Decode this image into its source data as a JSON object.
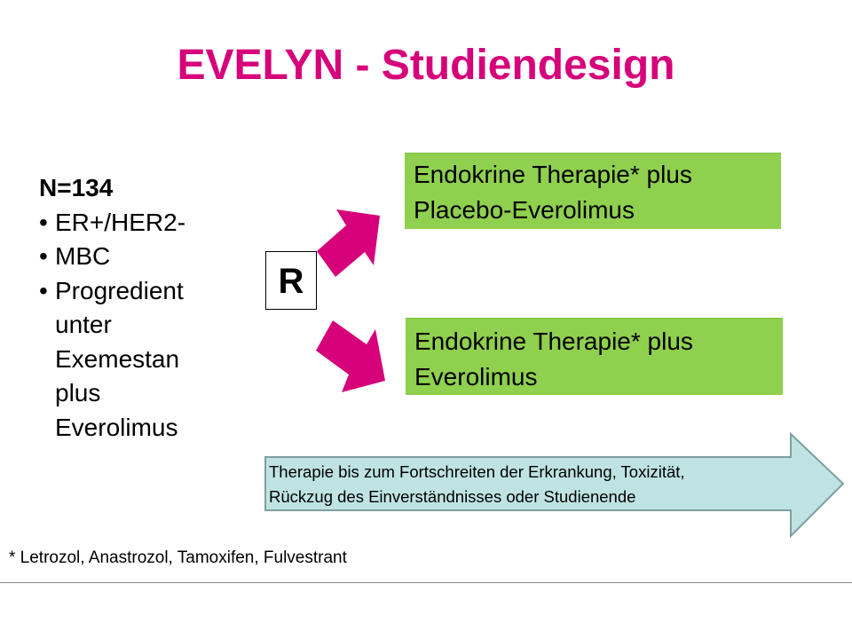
{
  "title": "EVELYN - Studiendesign",
  "population": {
    "n": "N=134",
    "bullets": [
      "ER+/HER2-",
      "MBC",
      "Progredient unter Exemestan plus Everolimus"
    ],
    "bullet_lines_3": [
      "Progredient",
      "unter",
      "Exemestan",
      "plus",
      "Everolimus"
    ]
  },
  "randomization": "R",
  "arms": [
    {
      "line1": "Endokrine Therapie* plus",
      "line2": "Placebo-Everolimus"
    },
    {
      "line1": "Endokrine Therapie* plus",
      "line2": "Everolimus"
    }
  ],
  "duration": {
    "line1": "Therapie bis zum Fortschreiten der Erkrankung, Toxizität,",
    "line2": "Rückzug des Einverständnisses oder Studienende"
  },
  "footnote": "* Letrozol, Anastrozol, Tamoxifen, Fulvestrant",
  "colors": {
    "title": "#d6007a",
    "arrows": "#d6007a",
    "arm_box": "#8fd04f",
    "duration_arrow": "#bfe3e3"
  }
}
